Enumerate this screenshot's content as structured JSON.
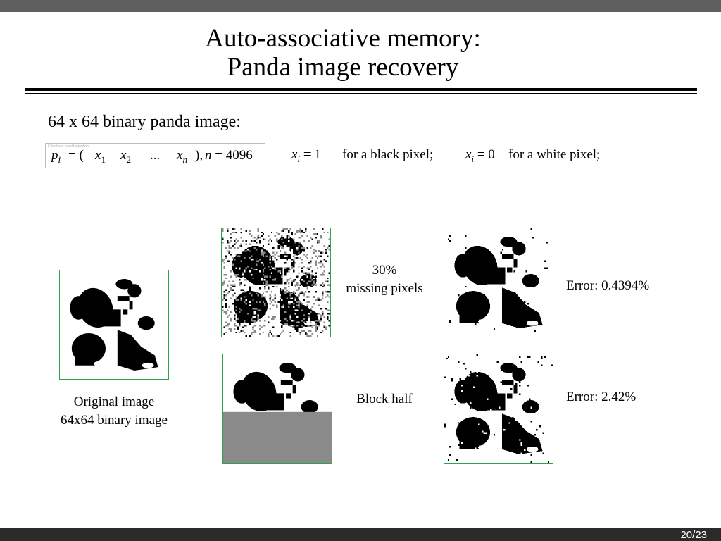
{
  "slide": {
    "title_line1": "Auto-associative memory:",
    "title_line2": "Panda image recovery",
    "subtitle": "64 x 64 binary panda image:",
    "formula": {
      "p": "p",
      "i": "i",
      "eq": " = (",
      "x": "x",
      "one": "1",
      "two": "2",
      "dots": "...",
      "n": "n",
      "close": "),",
      "n_eq": " = 4096",
      "embedded_tag": "Click here to edit equation"
    },
    "pixel_desc": {
      "x": "x",
      "i": "i",
      "black_eq": " = 1",
      "black_text": "for a black pixel;",
      "white_eq": " = 0",
      "white_text": "for a white pixel;"
    },
    "images": {
      "original": {
        "caption_line1": "Original image",
        "caption_line2": "64x64 binary image"
      },
      "noisy": {
        "caption_line1": "30%",
        "caption_line2": "missing pixels"
      },
      "noisy_recovered": {
        "caption": "Error: 0.4394%"
      },
      "half": {
        "caption": "Block half"
      },
      "half_recovered": {
        "caption": "Error: 2.42%"
      }
    },
    "colors": {
      "frame": "#2ea34a",
      "missing_gray": "#8a8a8a",
      "header_bar": "#5f5f5f",
      "footer_bar": "#2b2b2b"
    },
    "page_current": "20",
    "page_sep": "/",
    "page_total": "23"
  }
}
